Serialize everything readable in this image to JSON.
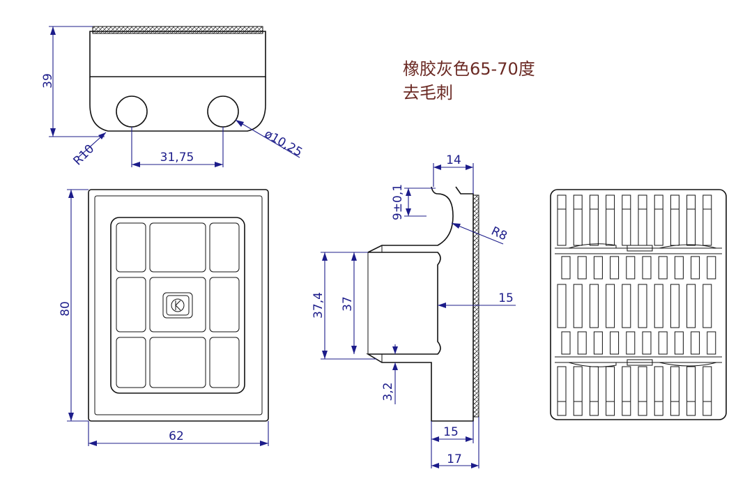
{
  "notes": {
    "line1": "橡胶灰色65-70度",
    "line2": "去毛刺"
  },
  "dimensions": {
    "top_height": "39",
    "radius_corner": "R10",
    "hole_spacing": "31,75",
    "hole_diameter": "ø10,25",
    "plan_height": "80",
    "plan_width": "62",
    "side_top_width": "14",
    "side_notch_depth": "9±0,1",
    "side_radius": "R8",
    "side_outer_height": "37,4",
    "side_inner_height": "37",
    "side_offset": "15",
    "side_lip": "3,2",
    "side_bottom_inner": "15",
    "side_bottom_outer": "17"
  },
  "colors": {
    "part_stroke": "#111111",
    "dimension": "#1c1c8a",
    "note_text": "#6b2a24"
  }
}
